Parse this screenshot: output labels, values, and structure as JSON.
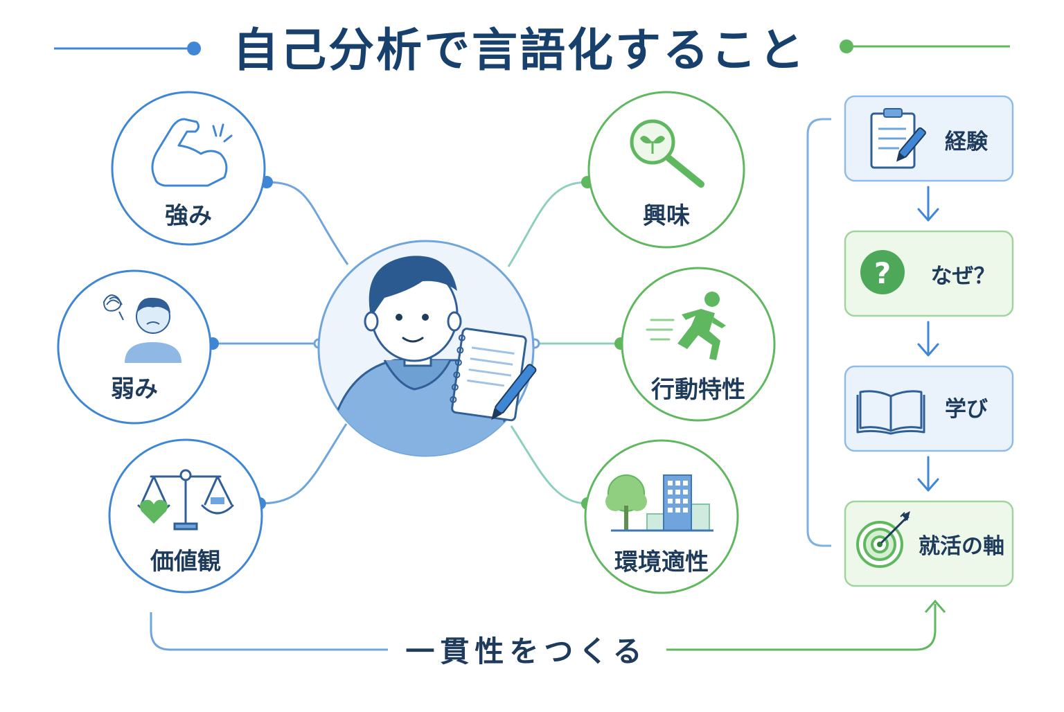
{
  "title": "自己分析で言語化すること",
  "nodes": {
    "strength": "強み",
    "weakness": "弱み",
    "values": "価値観",
    "interest": "興味",
    "behavior": "行動特性",
    "environment": "環境適性"
  },
  "steps": {
    "experience": "経験",
    "why": "なぜ？",
    "learning": "学び",
    "axis": "就活の軸"
  },
  "bottom": "一貫性をつくる",
  "colors": {
    "navy": "#17406d",
    "blue": "#3f86d4",
    "green": "#5fb85f",
    "teal": "#7fc6c0",
    "blue_fill": "#eaf3fc",
    "green_fill": "#eef8ea"
  },
  "icons": {
    "strength": "flexed-arm-icon",
    "weakness": "worried-person-icon",
    "values": "balance-scale-heart-icon",
    "interest": "magnifier-sprout-icon",
    "behavior": "running-person-icon",
    "environment": "tree-building-icon",
    "center": "person-with-notebook-icon",
    "experience": "clipboard-pencil-icon",
    "why": "question-mark-icon",
    "learning": "open-book-icon",
    "axis": "target-arrow-icon"
  }
}
